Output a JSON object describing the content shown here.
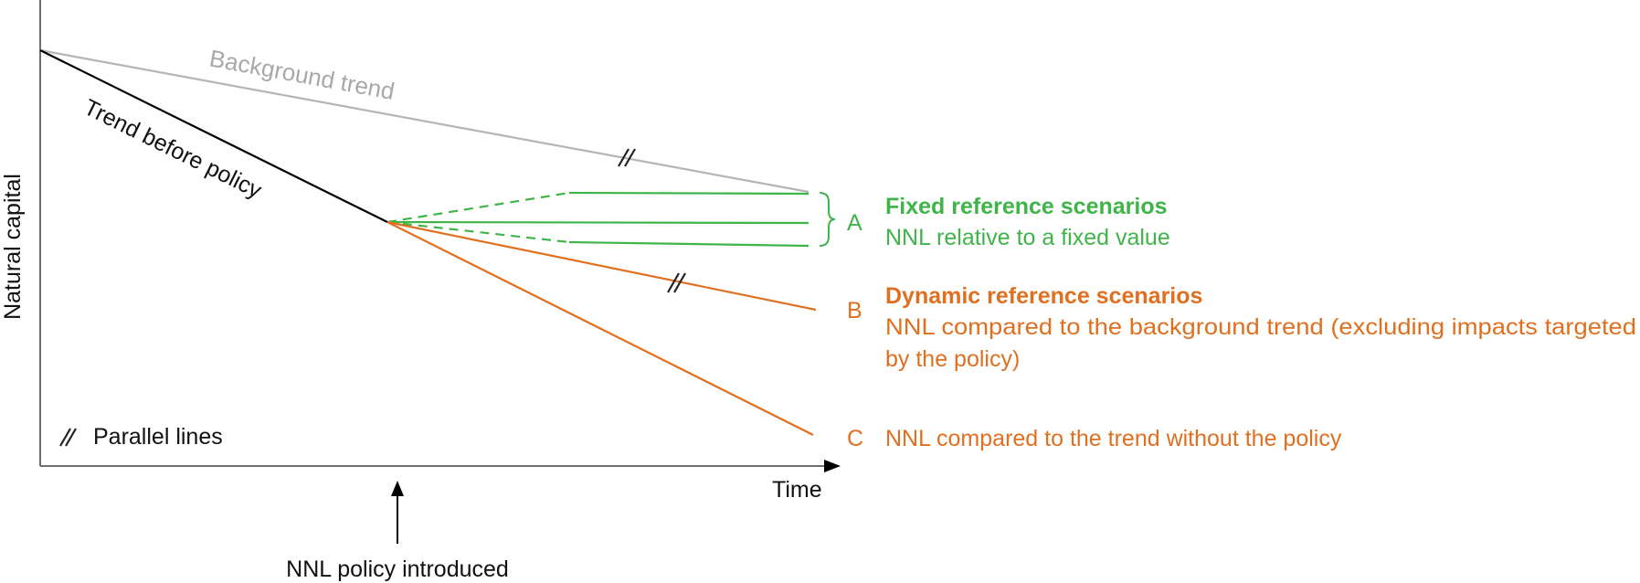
{
  "axes": {
    "y_label": "Natural capital",
    "x_label": "Time"
  },
  "lines": {
    "background_trend": "Background trend",
    "trend_before_policy": "Trend before policy"
  },
  "legend": {
    "parallel_lines": "Parallel lines"
  },
  "policy_marker": {
    "label": "NNL policy introduced"
  },
  "scenarios": {
    "a": {
      "letter": "A",
      "title": "Fixed reference scenarios",
      "description": "NNL relative to a fixed value"
    },
    "b": {
      "letter": "B",
      "title": "Dynamic reference scenarios",
      "description_line1": "NNL compared to the background trend (excluding impacts targeted",
      "description_line2": "by the policy)"
    },
    "c": {
      "letter": "C",
      "description": "NNL compared to the trend without the policy"
    }
  },
  "colors": {
    "green": "#3fb449",
    "orange": "#e06f1f",
    "gray": "#b5b5b5",
    "black": "#000000"
  }
}
